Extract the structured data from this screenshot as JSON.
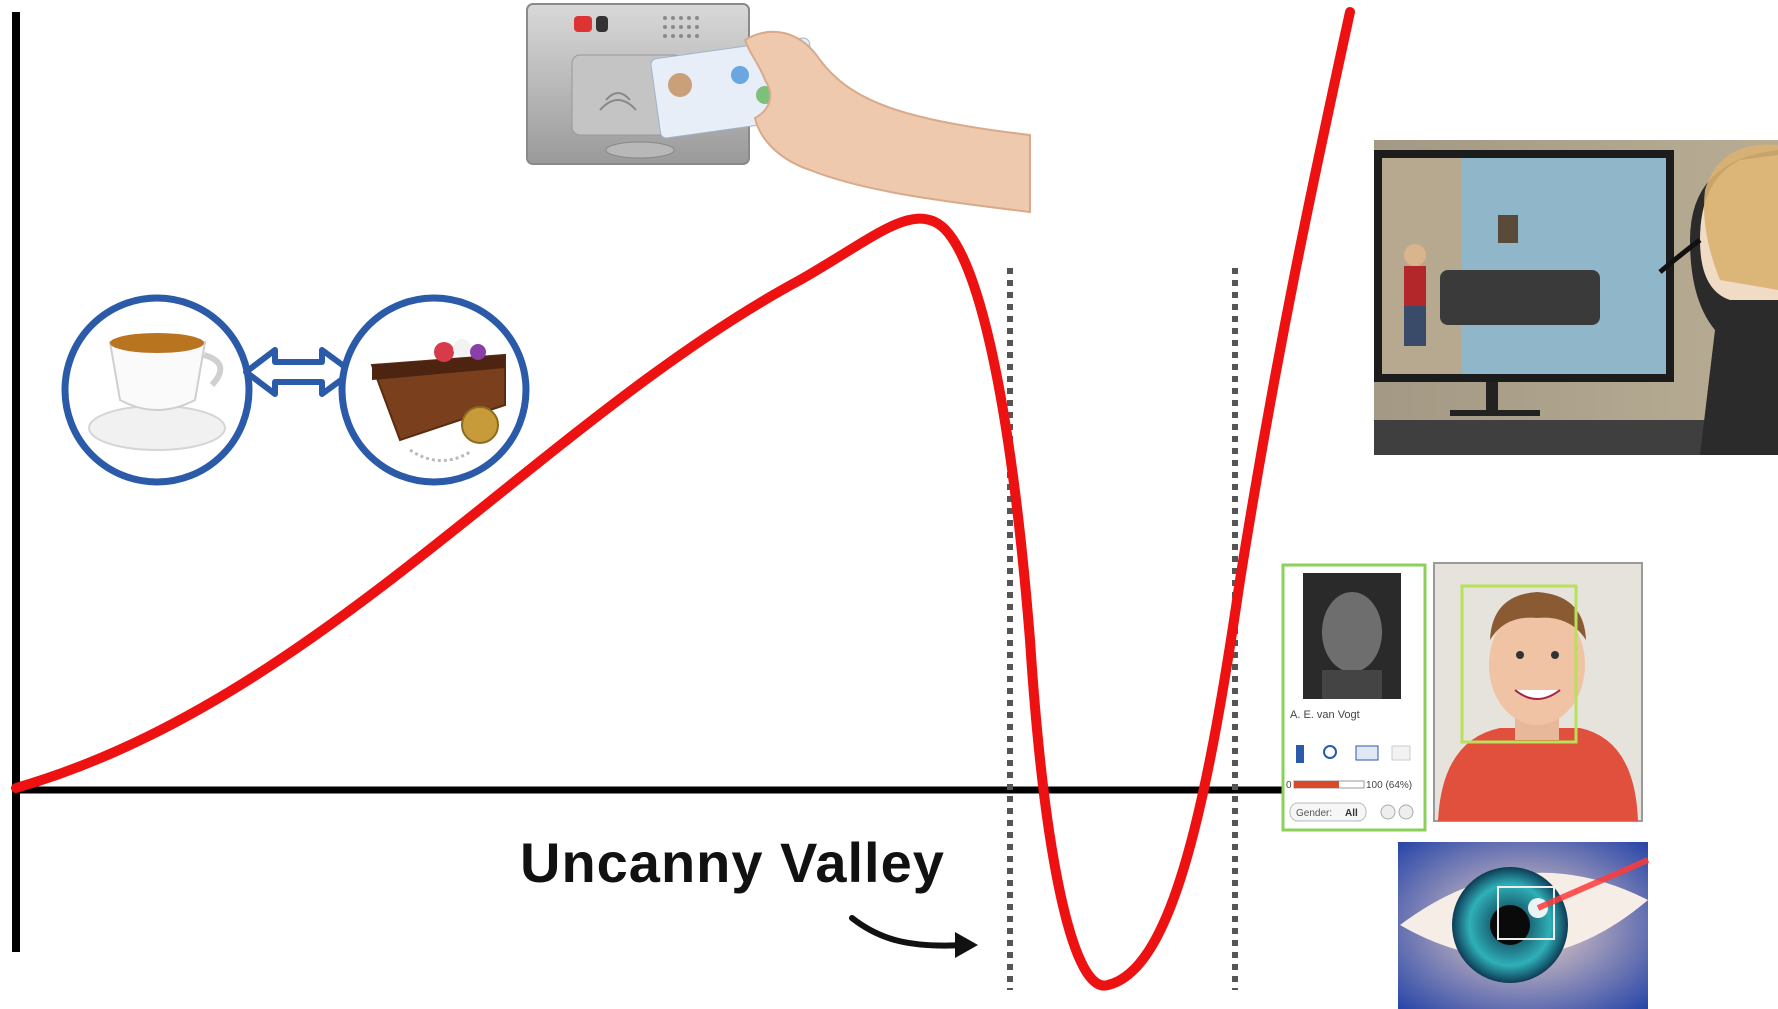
{
  "diagram": {
    "caption": "Uncanny Valley",
    "caption_name_label": "A. E. van Vogt",
    "widget": {
      "slider_min": "0",
      "slider_max": "100 (64%)",
      "gender_label": "Gender:",
      "gender_value": "All"
    },
    "colors": {
      "curve": "#ee1111",
      "axis": "#000000",
      "ring": "#2a5aa8",
      "frame": "#8bd05a"
    },
    "icons": [
      "tea-cup-icon",
      "cake-icon",
      "swap-arrow-icon",
      "card-reader-icon",
      "hand-icon",
      "avatar-monitor-icon",
      "face-recognition-icon",
      "iris-scan-icon"
    ]
  }
}
